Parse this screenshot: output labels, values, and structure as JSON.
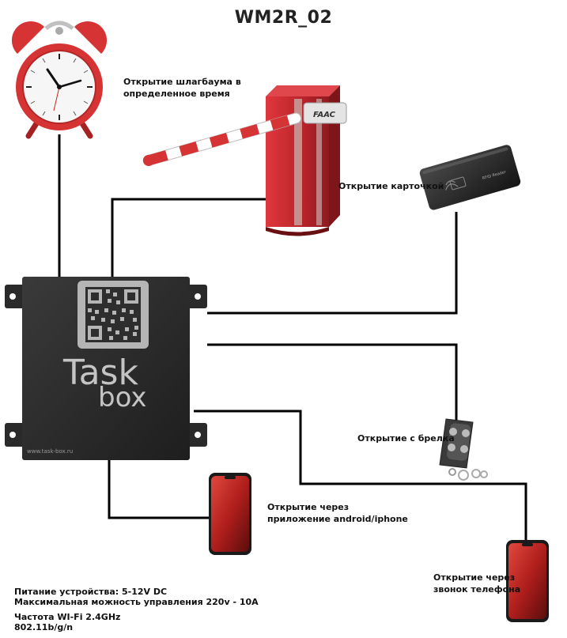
{
  "title": "WM2R_02",
  "device": {
    "brand_line1": "Task",
    "brand_line2": "box",
    "url": "www.task-box.ru"
  },
  "labels": {
    "timer_line1": "Открытие шлагбаума в",
    "timer_line2": "определенное время",
    "card": "Открытие карточкой",
    "keyfob": "Открытие с брелка",
    "app_line1": "Открытие через",
    "app_line2": "приложение android/iphone",
    "call_line1": "Открытие через",
    "call_line2": "звонок телефона"
  },
  "barrier": {
    "brand": "FAAC"
  },
  "rfid": {
    "text": "RFID Reader"
  },
  "specs": {
    "power": "Питание устройства: 5-12V DC",
    "max_load": "Максимальная можность управления 220v - 10A",
    "wifi": "Частота WI-Fi 2.4GHz",
    "standard": "802.11b/g/n"
  },
  "colors": {
    "wire": "#000000",
    "device_body": "#2b2b2b",
    "clock_red": "#d63434",
    "barrier_red": "#c8262c",
    "phone_red": "#c8312b"
  }
}
